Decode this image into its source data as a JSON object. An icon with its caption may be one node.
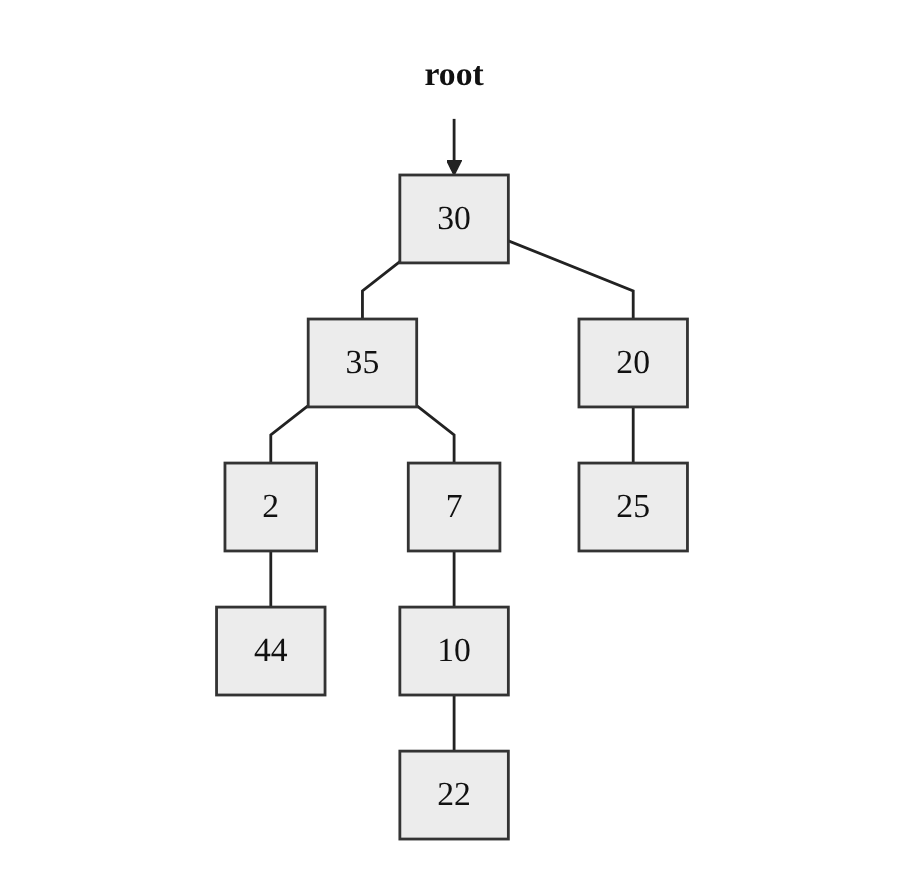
{
  "diagram": {
    "nodes": [
      {
        "text": [
          "root"
        ]
      },
      {
        "text": [
          "30"
        ]
      },
      {
        "text": [
          "35"
        ]
      },
      {
        "text": [
          "20"
        ]
      },
      {
        "text": [
          "2"
        ]
      },
      {
        "text": [
          "7"
        ]
      },
      {
        "text": [
          "25"
        ]
      },
      {
        "text": [
          "44"
        ]
      },
      {
        "text": [
          "10"
        ]
      },
      {
        "text": [
          "22"
        ]
      }
    ],
    "edges": [
      {
        "from": 0,
        "to": 1,
        "arrow": "to"
      },
      {
        "from": 1,
        "to": 2,
        "arrow": "none"
      },
      {
        "from": 1,
        "to": 3,
        "arrow": "none"
      },
      {
        "from": 2,
        "to": 4,
        "arrow": "none"
      },
      {
        "from": 2,
        "to": 5,
        "arrow": "none"
      },
      {
        "from": 3,
        "to": 6,
        "arrow": "none"
      },
      {
        "from": 4,
        "to": 7,
        "arrow": "none"
      },
      {
        "from": 5,
        "to": 8,
        "arrow": "none"
      },
      {
        "from": 8,
        "to": 9,
        "arrow": "none"
      }
    ]
  }
}
